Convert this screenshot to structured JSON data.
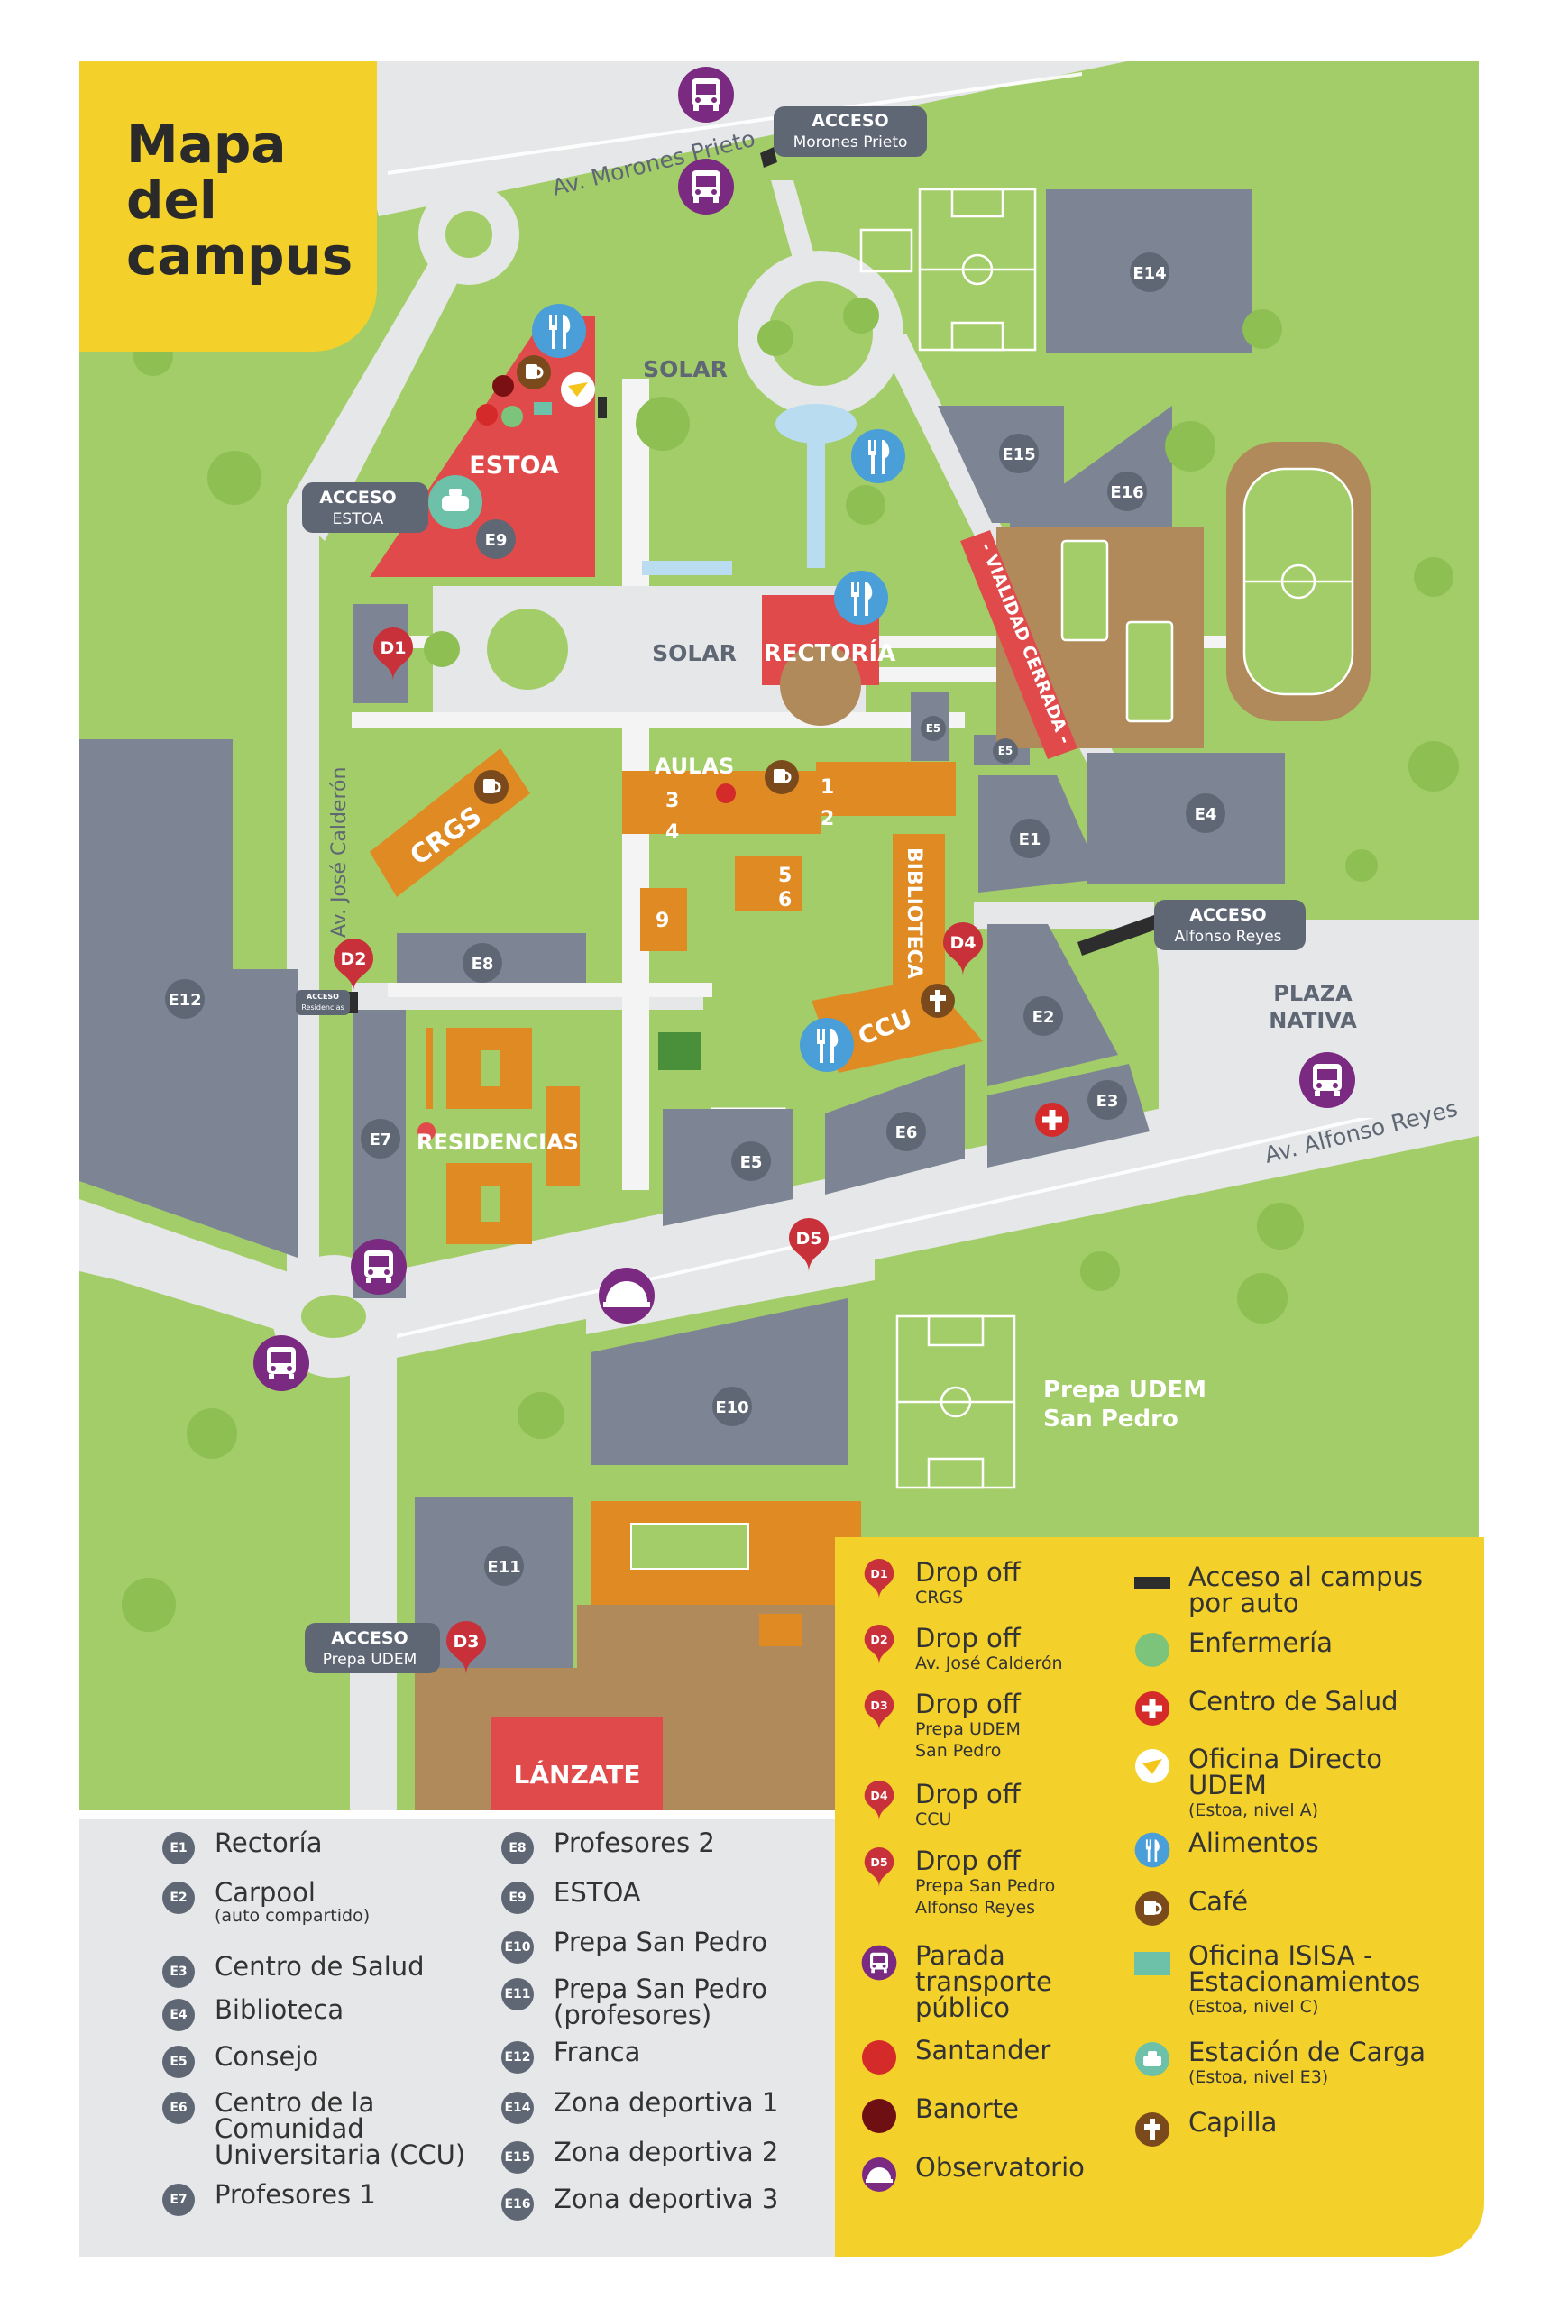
{
  "title": {
    "line1": "Mapa",
    "line2": "del",
    "line3": "campus"
  },
  "streets": {
    "morones": "Av. Morones Prieto",
    "alfonso": "Av. Alfonso Reyes",
    "calderon": "Av. José Calderón"
  },
  "access": {
    "morones": {
      "title": "ACCESO",
      "sub": "Morones Prieto"
    },
    "estoa": {
      "title": "ACCESO",
      "sub": "ESTOA"
    },
    "alfonso": {
      "title": "ACCESO",
      "sub": "Alfonso Reyes"
    },
    "prepa": {
      "title": "ACCESO",
      "sub": "Prepa UDEM"
    },
    "residencias": {
      "title": "ACCESO",
      "sub": "Residencias"
    }
  },
  "labels": {
    "estoa": "ESTOA",
    "solar1": "SOLAR",
    "solar2": "SOLAR",
    "rectoria": "RECTORÍA",
    "aulas": "AULAS",
    "crgs": "CRGS",
    "biblioteca": "BIBLIOTECA",
    "ccu": "CCU",
    "residencias": "RESIDENCIAS",
    "vialidad": "- VIALIDAD CERRADA -",
    "plaza1": "PLAZA",
    "plaza2": "NATIVA",
    "prepa1": "Prepa UDEM",
    "prepa2": "San Pedro",
    "lanzate": "LÁNZATE",
    "a1": "1",
    "a2": "2",
    "a3": "3",
    "a4": "4",
    "a5": "5",
    "a6": "6",
    "a9": "9"
  },
  "map_codes": {
    "e1": "E1",
    "e2": "E2",
    "e3": "E3",
    "e4": "E4",
    "e5a": "E5",
    "e5b": "E5",
    "e5c": "E5",
    "e6": "E6",
    "e7": "E7",
    "e8": "E8",
    "e9": "E9",
    "e10": "E10",
    "e11": "E11",
    "e12": "E12",
    "e14": "E14",
    "e15": "E15",
    "e16": "E16"
  },
  "dropoff_pins": {
    "d1": "D1",
    "d2": "D2",
    "d3": "D3",
    "d4": "D4",
    "d5": "D5"
  },
  "legend": {
    "d1": {
      "pin": "D1",
      "main": "Drop off",
      "sub": "CRGS"
    },
    "d2": {
      "pin": "D2",
      "main": "Drop off",
      "sub": "Av. José Calderón"
    },
    "d3": {
      "pin": "D3",
      "main": "Drop off",
      "sub1": "Prepa UDEM",
      "sub2": "San Pedro"
    },
    "d4": {
      "pin": "D4",
      "main": "Drop off",
      "sub": "CCU"
    },
    "d5": {
      "pin": "D5",
      "main": "Drop off",
      "sub1": "Prepa San Pedro",
      "sub2": "Alfonso Reyes"
    },
    "bus": {
      "main1": "Parada",
      "main2": "transporte",
      "main3": "público"
    },
    "santander": "Santander",
    "banorte": "Banorte",
    "observatorio": "Observatorio",
    "acceso": {
      "main1": "Acceso al campus",
      "main2": "por auto"
    },
    "enfermeria": "Enfermería",
    "salud": "Centro de Salud",
    "directo": {
      "main1": "Oficina Directo",
      "main2": "UDEM",
      "sub": "(Estoa, nivel A)"
    },
    "alimentos": "Alimentos",
    "cafe": "Café",
    "isisa": {
      "main1": "Oficina ISISA -",
      "main2": "Estacionamientos",
      "sub": "(Estoa, nivel C)"
    },
    "carga": {
      "main": "Estación de Carga",
      "sub": "(Estoa, nivel E3)"
    },
    "capilla": "Capilla"
  },
  "buildings": [
    {
      "code": "E1",
      "name": "Rectoría"
    },
    {
      "code": "E2",
      "name": "Carpool",
      "sub": "(auto compartido)"
    },
    {
      "code": "E3",
      "name": "Centro de Salud"
    },
    {
      "code": "E4",
      "name": "Biblioteca"
    },
    {
      "code": "E5",
      "name": "Consejo"
    },
    {
      "code": "E6",
      "name": "Centro de la",
      "name2": "Comunidad",
      "name3": "Universitaria (CCU)"
    },
    {
      "code": "E7",
      "name": "Profesores 1"
    },
    {
      "code": "E8",
      "name": "Profesores 2"
    },
    {
      "code": "E9",
      "name": "ESTOA"
    },
    {
      "code": "E10",
      "name": "Prepa San Pedro"
    },
    {
      "code": "E11",
      "name": "Prepa San Pedro",
      "name2": "(profesores)"
    },
    {
      "code": "E12",
      "name": "Franca"
    },
    {
      "code": "E14",
      "name": "Zona deportiva 1"
    },
    {
      "code": "E15",
      "name": "Zona deportiva 2"
    },
    {
      "code": "E16",
      "name": "Zona deportiva 3"
    }
  ],
  "colors": {
    "grass": "#a3cd68",
    "road": "#e6e7e8",
    "building": "#7d8595",
    "orange": "#e08a24",
    "red": "#e04a4b",
    "yellow": "#f4d02a",
    "purple": "#7b2a82",
    "blue": "#4a9fd8",
    "brown": "#b08a5a",
    "pin": "#c8313a"
  }
}
